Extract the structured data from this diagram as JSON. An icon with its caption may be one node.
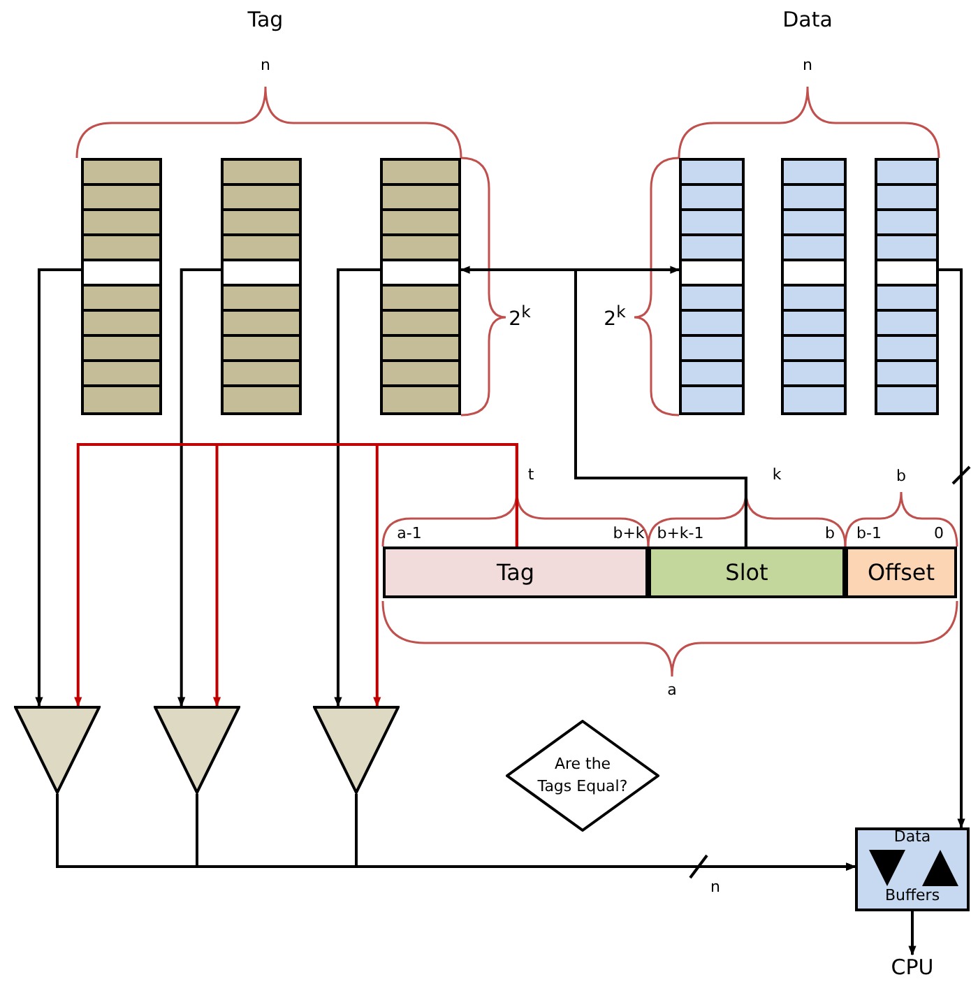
{
  "diagram": {
    "nodes": [
      {
        "text": [],
        "shape": "box"
      },
      {
        "text": [],
        "shape": "box"
      },
      {
        "text": [],
        "shape": "box"
      },
      {
        "text": [],
        "shape": "box"
      },
      {
        "text": [],
        "shape": "box"
      },
      {
        "text": [],
        "shape": "box"
      },
      {
        "text": [
          "Tag"
        ]
      },
      {
        "text": [
          "Slot"
        ]
      },
      {
        "text": [
          "Offset"
        ]
      },
      {
        "text": [],
        "shape": "triangle"
      },
      {
        "text": [],
        "shape": "triangle"
      },
      {
        "text": [],
        "shape": "triangle"
      },
      {
        "text": [
          "Are the Tags Equal?"
        ]
      },
      {
        "text": [
          "Data",
          "Buffers"
        ]
      },
      {
        "text": [
          "CPU"
        ]
      }
    ],
    "edges": [
      {
        "from": 0,
        "to": 9,
        "arrow": "to"
      },
      {
        "from": 1,
        "to": 10,
        "arrow": "to"
      },
      {
        "from": 2,
        "to": 11,
        "arrow": "to"
      },
      {
        "from": 6,
        "to": 9,
        "arrow": "to",
        "color": "#c00000"
      },
      {
        "from": 6,
        "to": 10,
        "arrow": "to",
        "color": "#c00000"
      },
      {
        "from": 6,
        "to": 11,
        "arrow": "to",
        "color": "#c00000"
      },
      {
        "from": 7,
        "to": 2,
        "arrow": "to"
      },
      {
        "from": 7,
        "to": 3,
        "arrow": "to"
      },
      {
        "from": 5,
        "to": 13,
        "arrow": "to"
      },
      {
        "from": 9,
        "to": 13,
        "arrow": "to"
      },
      {
        "from": 10,
        "to": 13,
        "arrow": "to"
      },
      {
        "from": 11,
        "to": 13,
        "arrow": "to"
      },
      {
        "from": 13,
        "to": 14,
        "arrow": "to"
      }
    ],
    "labels": [
      "Tag",
      "Data",
      "n",
      "n",
      "2$^{k}$",
      "2$^{k}$",
      "t",
      "k",
      "b",
      "a-1",
      "b+k",
      "b+k-1",
      "b",
      "b-1",
      "0",
      "a",
      "n"
    ]
  }
}
